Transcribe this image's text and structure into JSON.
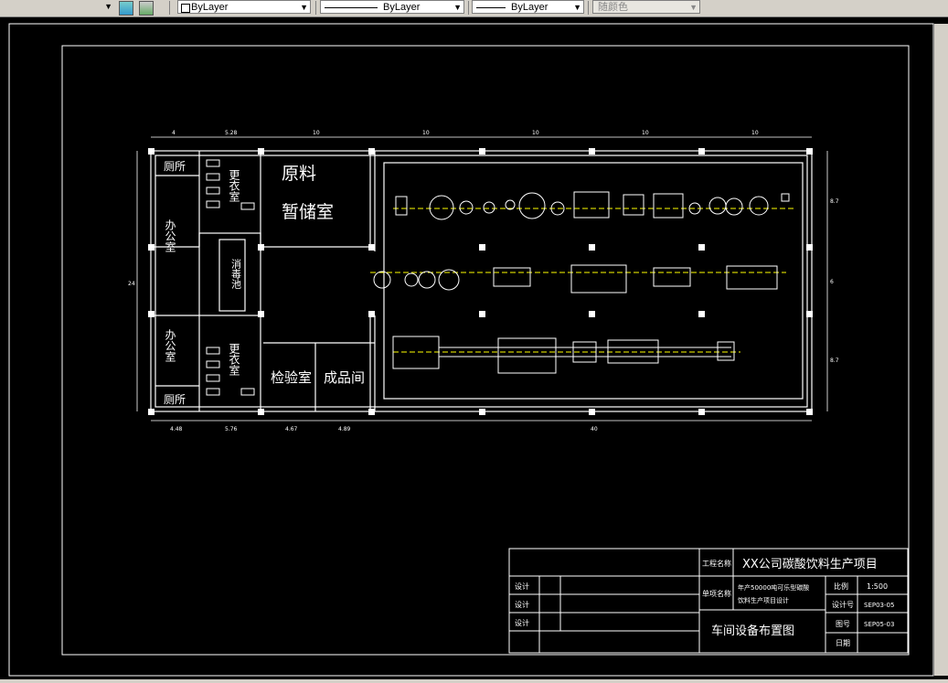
{
  "toolbar": {
    "layer_color": "ByLayer",
    "linetype": "ByLayer",
    "lineweight": "ByLayer",
    "plot_style": "随颜色"
  },
  "rooms": {
    "toilet_top": "厕所",
    "office_top": "办公室",
    "locker_top": "更衣室",
    "raw_storage_line1": "原料",
    "raw_storage_line2": "暂储室",
    "disinfect_pool": "消毒池",
    "office_bottom": "办公室",
    "locker_bottom": "更衣室",
    "toilet_bottom": "厕所",
    "inspection": "检验室",
    "finished": "成品间"
  },
  "dims_top": [
    "4",
    "5.28",
    "10",
    "10",
    "10",
    "10",
    "10"
  ],
  "dims_bottom": [
    "4.48",
    "5.76",
    "4.67",
    "4.89",
    "40"
  ],
  "dims_right": [
    "8.7",
    "6",
    "8.7"
  ],
  "dims_left": [
    "24"
  ],
  "title_block": {
    "project_label": "工程名称",
    "project_name": "XX公司碳酸饮料生产项目",
    "subitem_label": "单项名称",
    "subitem_line1": "年产50000吨可乐型碳酸",
    "subitem_line2": "饮料生产项目设计",
    "design_label": "设计",
    "drawing_title": "车间设备布置图",
    "scale_label": "比例",
    "scale_value": "1:500",
    "design_no_label": "设计号",
    "design_no_value": "SEP03-05",
    "sheet_label": "图号",
    "sheet_value": "SEP05-03",
    "date_label": "日期"
  }
}
